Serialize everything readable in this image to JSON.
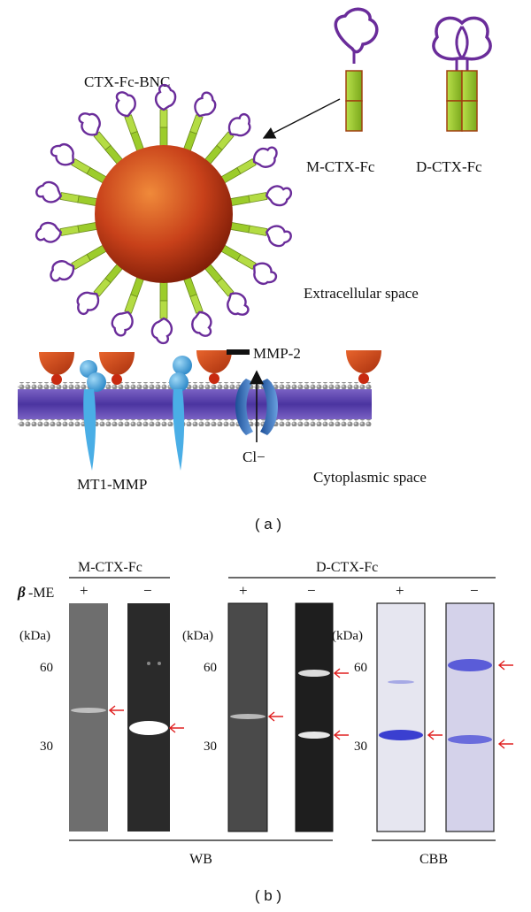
{
  "panel_a": {
    "bnc_label": "CTX-Fc-BNC",
    "monomer_label": "M-CTX-Fc",
    "dimer_label": "D-CTX-Fc",
    "extracellular_label": "Extracellular space",
    "mmp2_label": "MMP-2",
    "cl_label": "Cl−",
    "mt1mmp_label": "MT1-MMP",
    "cytoplasmic_label": "Cytoplasmic space",
    "caption": "( a )"
  },
  "panel_b": {
    "m_group": "M-CTX-Fc",
    "d_group": "D-CTX-Fc",
    "beta_prefix": "β",
    "beta_suffix": "-ME",
    "plus": "+",
    "minus": "−",
    "kda": "(kDa)",
    "mw_60": "60",
    "mw_30": "30",
    "wb_label": "WB",
    "cbb_label": "CBB",
    "caption": "( b )"
  },
  "colors": {
    "nanoparticle": "#c8411a",
    "fc_fragment": "#9ccc2b",
    "ctx_loop": "#6a2c9a",
    "membrane": "#5a3fa6",
    "mmp2": "#d24a1e",
    "mt1mmp": "#3aa0dc",
    "arrow": "#e02020",
    "cbb_band": "#3a3fd0"
  }
}
